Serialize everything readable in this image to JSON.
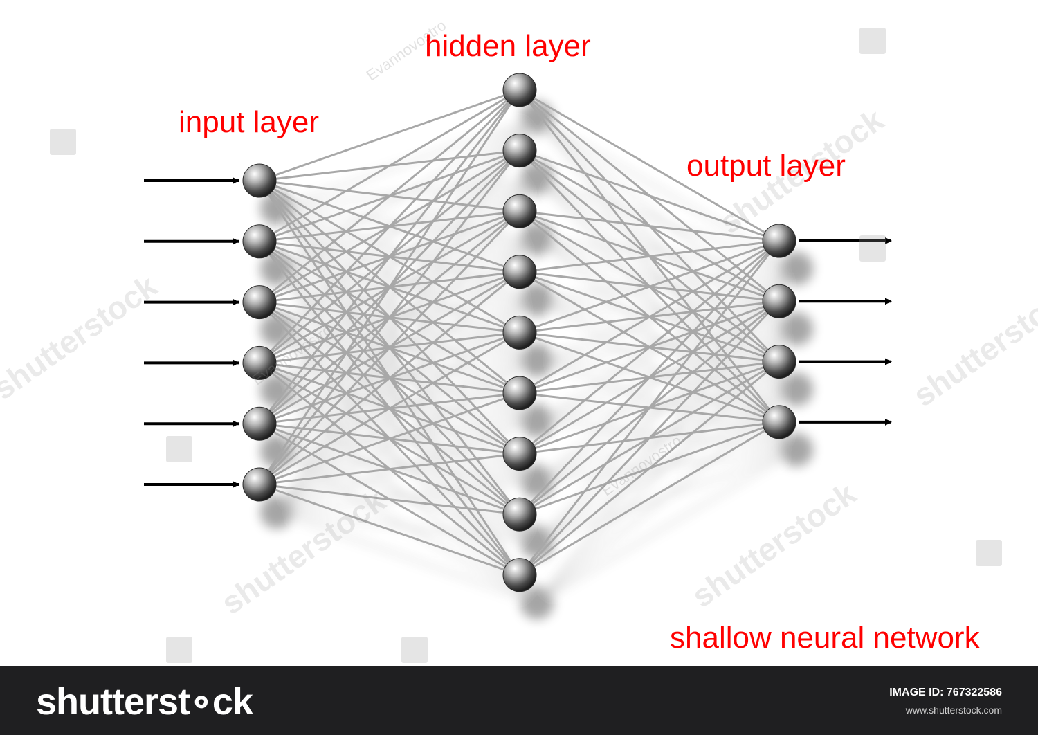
{
  "labels": {
    "input_layer": "input layer",
    "hidden_layer": "hidden layer",
    "output_layer": "output layer",
    "title": "shallow neural network"
  },
  "network": {
    "input_nodes": 6,
    "hidden_nodes": 9,
    "output_nodes": 4,
    "input_arrows": 6,
    "output_arrows": 4
  },
  "watermark": {
    "brand": "shutterstock",
    "author": "Evannovostro"
  },
  "footer": {
    "logo": "shutterst∘ck",
    "image_id_label": "IMAGE ID:",
    "image_id": "767322586",
    "url": "www.shutterstock.com"
  },
  "colors": {
    "label": "#ff0000",
    "connection": "#a8a8a8",
    "arrow": "#000000",
    "footer_bg": "#1f1f21"
  }
}
